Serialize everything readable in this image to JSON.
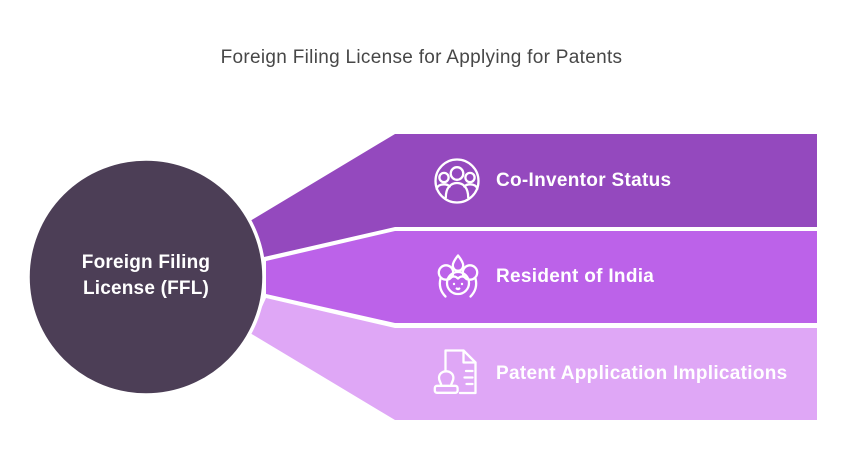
{
  "title": "Foreign Filing License for Applying for Patents",
  "center": {
    "label_line1": "Foreign Filing",
    "label_line2": "License (FFL)"
  },
  "items": [
    {
      "label": "Co-Inventor Status",
      "icon": "co-inventors-icon",
      "color": "#9449BE"
    },
    {
      "label": "Resident of India",
      "icon": "indian-woman-icon",
      "color": "#BC62E9"
    },
    {
      "label": "Patent Application Implications",
      "icon": "stamped-document-icon",
      "color": "#DFA7F6"
    }
  ],
  "colors": {
    "background": "#FFFFFF",
    "circle_fill": "#4C3E56",
    "divider": "#FFFFFF",
    "title_text": "#474747",
    "label_text": "#FFFFFF"
  }
}
